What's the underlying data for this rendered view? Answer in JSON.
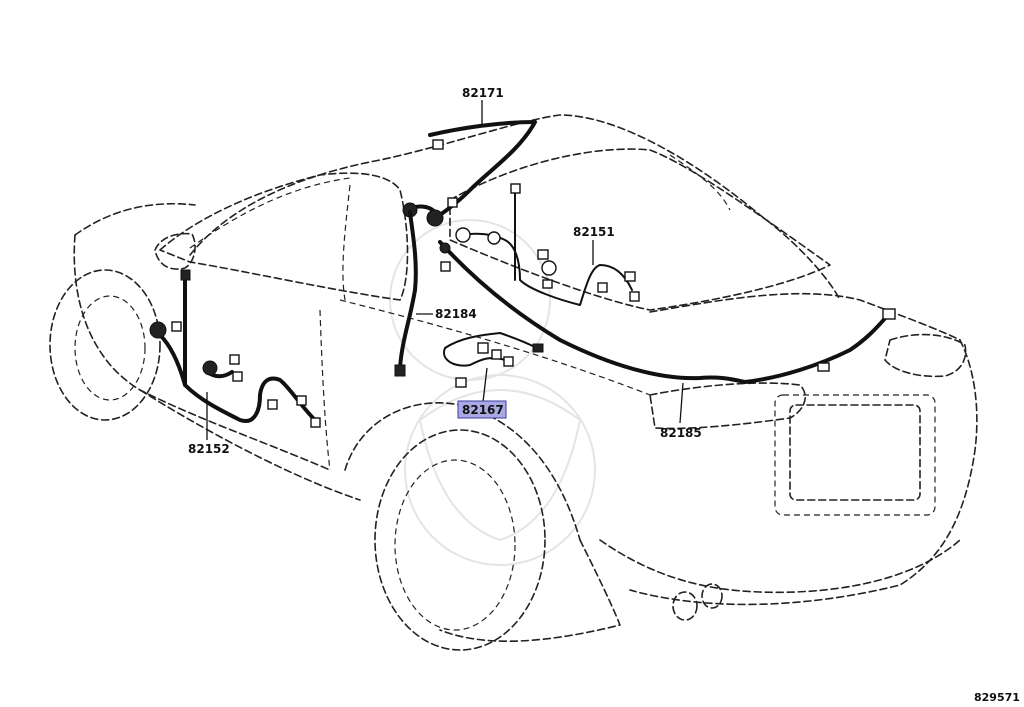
{
  "diagram": {
    "callouts": [
      {
        "id": "c82171",
        "label": "82171",
        "highlighted": false
      },
      {
        "id": "c82151",
        "label": "82151",
        "highlighted": false
      },
      {
        "id": "c82184",
        "label": "82184",
        "highlighted": false
      },
      {
        "id": "c82167",
        "label": "82167",
        "highlighted": true
      },
      {
        "id": "c82152",
        "label": "82152",
        "highlighted": false
      },
      {
        "id": "c82185",
        "label": "82185",
        "highlighted": false
      }
    ],
    "diagram_id": "829571",
    "colors": {
      "highlight_fill": "#a9a9e4",
      "highlight_border": "#3c3ca0",
      "line": "#111111"
    }
  }
}
